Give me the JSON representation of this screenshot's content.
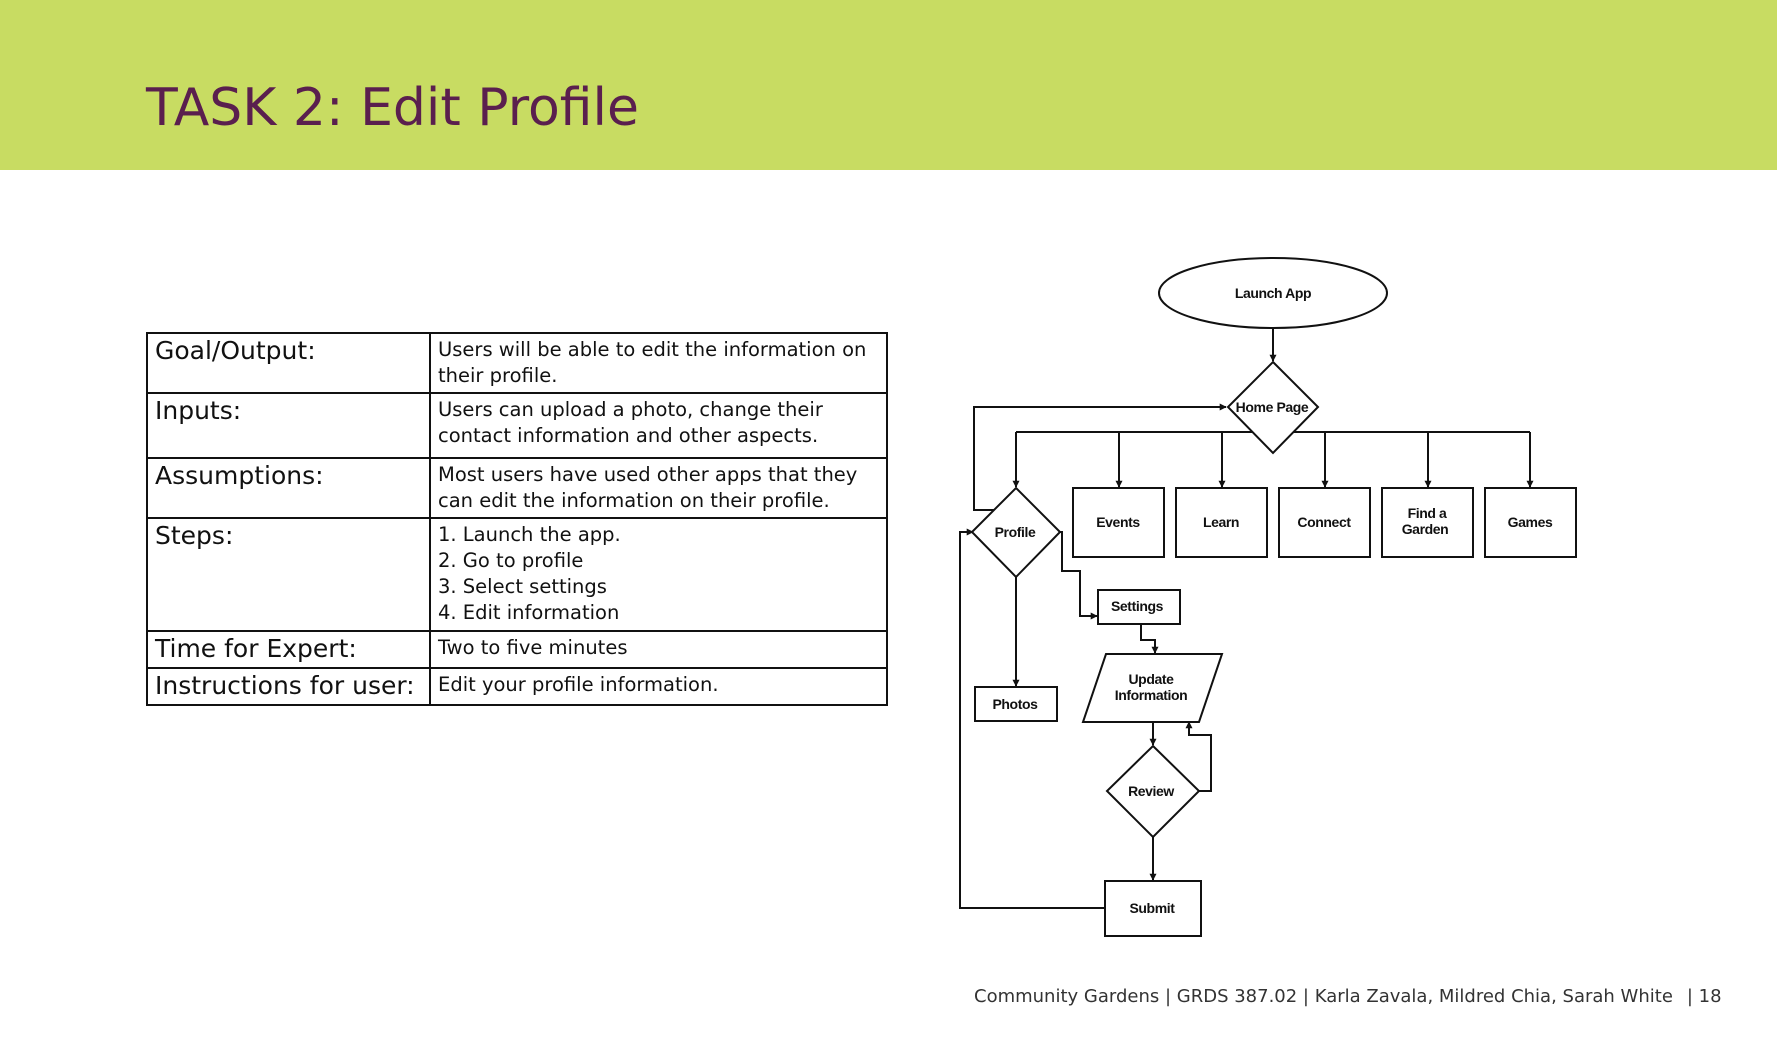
{
  "header": {
    "title": "TASK 2: Edit Profile",
    "band_color": "#c8dc62",
    "title_color": "#5a1f4e"
  },
  "task_table": {
    "rows": [
      {
        "label": "Goal/Output:",
        "value": "Users will be able to edit the information on their profile."
      },
      {
        "label": "Inputs:",
        "value": "Users can upload a photo, change their contact information and other aspects."
      },
      {
        "label": "Assumptions:",
        "value": "Most users have used other apps that they can edit the information on their profile."
      },
      {
        "label": "Steps:",
        "steps": [
          "1. Launch the app.",
          "2. Go to profile",
          "3. Select settings",
          "4. Edit information"
        ]
      },
      {
        "label": "Time for Expert:",
        "value": "Two to five minutes"
      },
      {
        "label": "Instructions for user:",
        "value": "Edit your profile information."
      }
    ]
  },
  "flowchart": {
    "nodes": {
      "launch_app": {
        "label": "Launch App",
        "shape": "ellipse"
      },
      "home_page": {
        "label": "Home Page",
        "shape": "diamond"
      },
      "profile": {
        "label": "Profile",
        "shape": "diamond"
      },
      "events": {
        "label": "Events",
        "shape": "rectangle"
      },
      "learn": {
        "label": "Learn",
        "shape": "rectangle"
      },
      "connect": {
        "label": "Connect",
        "shape": "rectangle"
      },
      "find_garden": {
        "label_lines": [
          "Find a",
          "Garden"
        ],
        "shape": "rectangle"
      },
      "games": {
        "label": "Games",
        "shape": "rectangle"
      },
      "settings": {
        "label": "Settings",
        "shape": "rectangle"
      },
      "update_info": {
        "label_lines": [
          "Update",
          "Information"
        ],
        "shape": "parallelogram"
      },
      "photos": {
        "label": "Photos",
        "shape": "rectangle"
      },
      "review": {
        "label": "Review",
        "shape": "diamond"
      },
      "submit": {
        "label": "Submit",
        "shape": "rectangle"
      }
    },
    "edges": [
      {
        "from": "launch_app",
        "to": "home_page"
      },
      {
        "from": "home_page",
        "to": "profile"
      },
      {
        "from": "home_page",
        "to": "events"
      },
      {
        "from": "home_page",
        "to": "learn"
      },
      {
        "from": "home_page",
        "to": "connect"
      },
      {
        "from": "home_page",
        "to": "find_garden"
      },
      {
        "from": "home_page",
        "to": "games"
      },
      {
        "from": "profile",
        "to": "home_page"
      },
      {
        "from": "profile",
        "to": "settings"
      },
      {
        "from": "profile",
        "to": "photos"
      },
      {
        "from": "settings",
        "to": "update_info"
      },
      {
        "from": "update_info",
        "to": "review"
      },
      {
        "from": "review",
        "to": "update_info"
      },
      {
        "from": "review",
        "to": "submit"
      },
      {
        "from": "submit",
        "to": "profile"
      }
    ]
  },
  "footer": {
    "text": "Community Gardens | GRDS 387.02 | Karla Zavala, Mildred Chia, Sarah White",
    "page_number": "| 18"
  }
}
